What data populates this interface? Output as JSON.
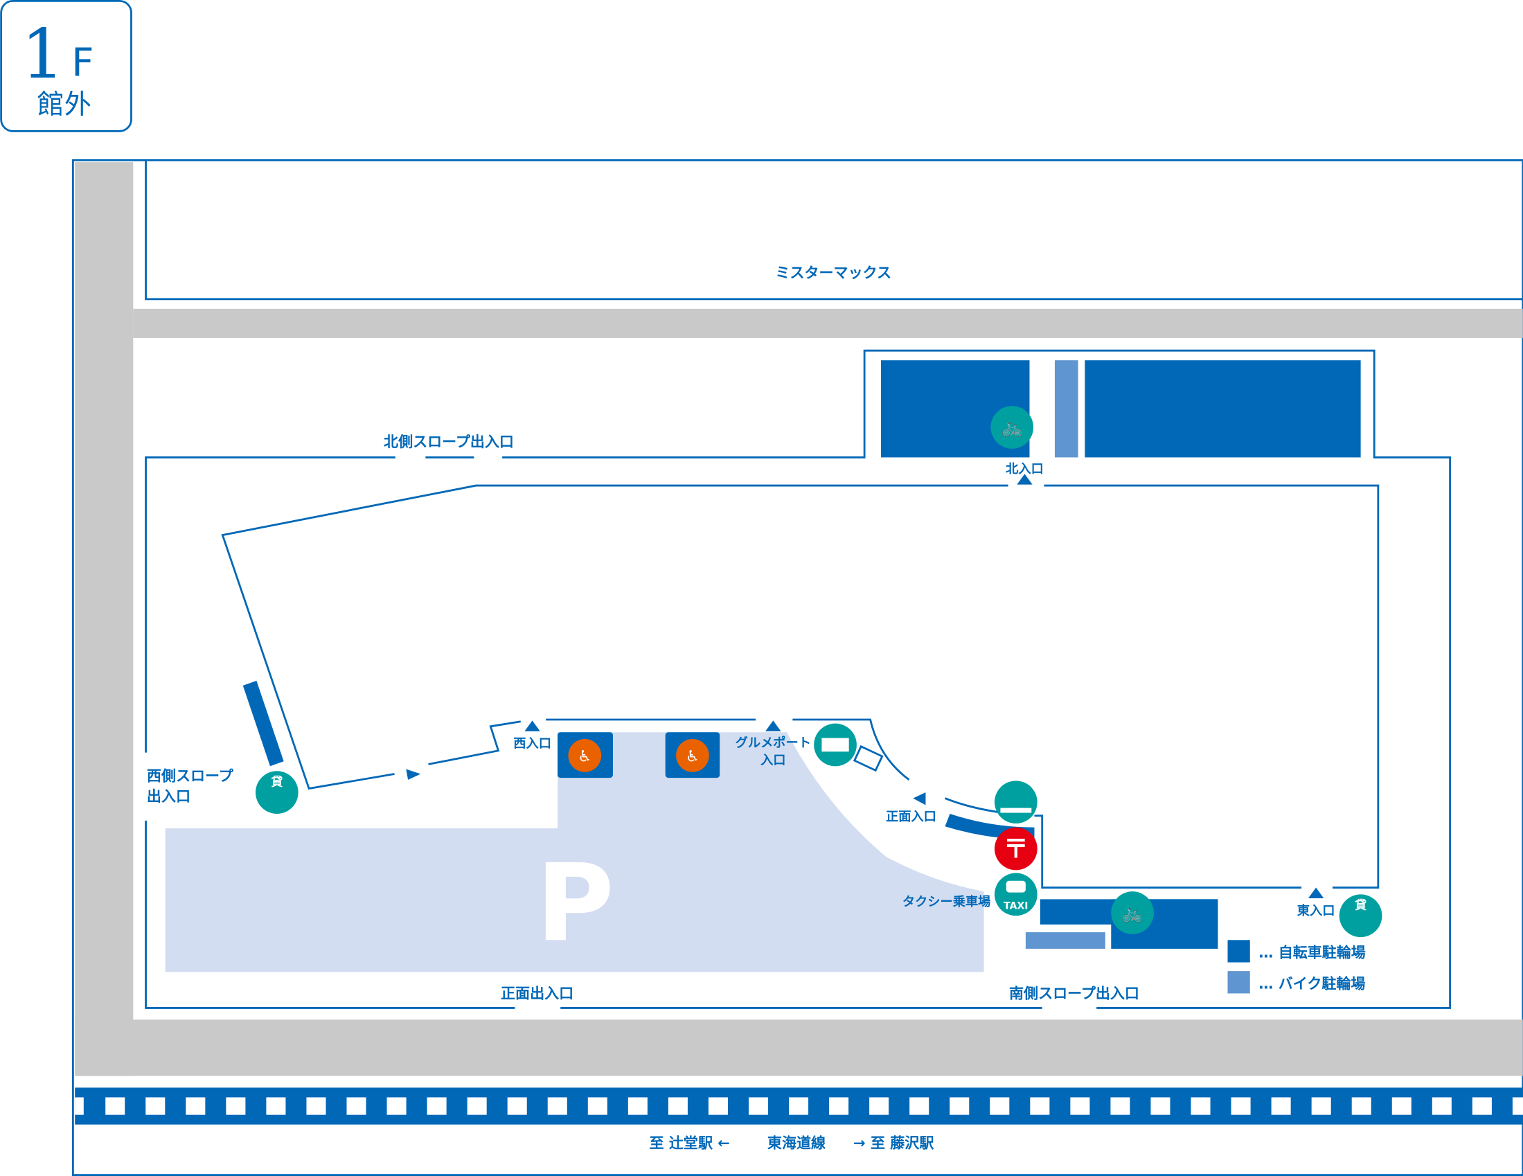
{
  "badge": {
    "floor_number": "1",
    "floor_letter": "F",
    "area": "館外"
  },
  "buildings": {
    "north": "ミスターマックス"
  },
  "labels": {
    "north_slope": "北側スロープ出入口",
    "north_entrance": "北入口",
    "west_entrance": "西入口",
    "gourmet_line1": "グルメポート",
    "gourmet_line2": "入口",
    "west_slope_line1": "西側スロープ",
    "west_slope_line2": "出入口",
    "front_entrance": "正面入口",
    "taxi_stand": "タクシー乗車場",
    "east_entrance": "東入口",
    "front_exit": "正面出入口",
    "south_slope": "南側スロープ出入口",
    "parking_mark": "P",
    "taxi_icon_text": "TAXI",
    "rent_icon_text": "貸"
  },
  "legend": [
    {
      "label": "… 自転車駐輪場",
      "color": "#0068b7"
    },
    {
      "label": "… バイク駐輪場",
      "color": "#5f95d0"
    }
  ],
  "railway": {
    "left": "至 辻堂駅 ←",
    "line": "東海道線",
    "right": "→ 至 藤沢駅"
  },
  "colors": {
    "brand": "#0068b7",
    "light": "#5f95d0",
    "parking": "#d3ddf1",
    "road": "#c9c9c9",
    "teal": "#00a0a0",
    "post": "#e60012",
    "accessible": "#ea6200"
  }
}
